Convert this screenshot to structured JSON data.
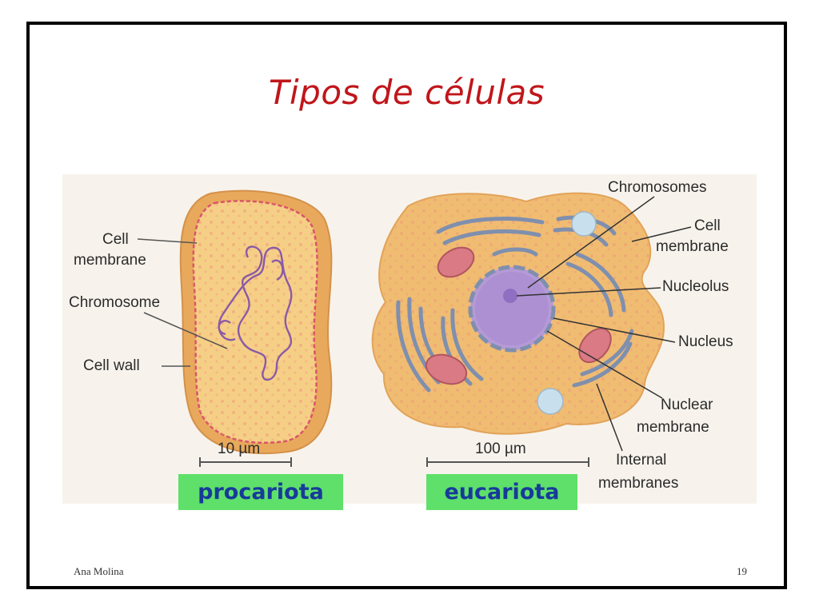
{
  "slide": {
    "title": "Tipos de células",
    "author": "Ana Molina",
    "page_number": "19"
  },
  "prokaryote": {
    "labels": {
      "cell_membrane_line1": "Cell",
      "cell_membrane_line2": "membrane",
      "chromosome": "Chromosome",
      "cell_wall": "Cell wall"
    },
    "scale": "10 µm",
    "tag": "procariota"
  },
  "eukaryote": {
    "labels": {
      "chromosomes": "Chromosomes",
      "cell_membrane_line1": "Cell",
      "cell_membrane_line2": "membrane",
      "nucleolus": "Nucleolus",
      "nucleus": "Nucleus",
      "nuclear_membrane_line1": "Nuclear",
      "nuclear_membrane_line2": "membrane",
      "internal_membranes_line1": "Internal",
      "internal_membranes_line2": "membranes"
    },
    "scale": "100 µm",
    "tag": "eucariota"
  },
  "colors": {
    "title": "#c0161b",
    "tag_background": "#5ee06a",
    "tag_text": "#173a9a",
    "cytoplasm": "#f6cf86",
    "cell_edge": "#eab56a",
    "nucleus": "#b59ad6",
    "membranes": "#7f8fae"
  }
}
